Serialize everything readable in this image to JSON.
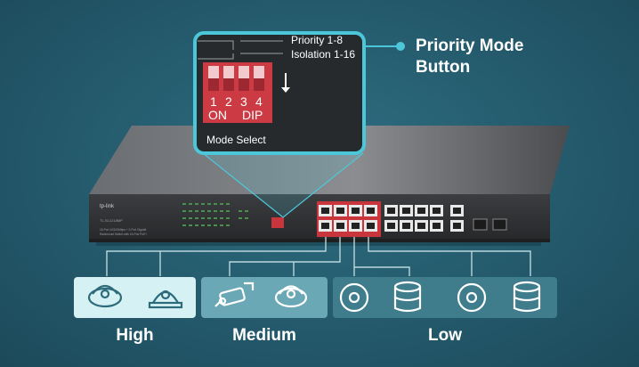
{
  "callout": {
    "line1": "Priority Mode",
    "line2": "Button"
  },
  "dip_switch": {
    "labels": [
      "Priority 1-8",
      "Isolation 1-16"
    ],
    "numbers": [
      "1",
      "2",
      "3",
      "4"
    ],
    "on_label": "ON",
    "dip_label": "DIP",
    "mode_select": "Mode Select"
  },
  "groups": {
    "high": "High",
    "medium": "Medium",
    "low": "Low"
  },
  "icons": [
    "dome-camera-icon",
    "ceiling-camera-icon",
    "bullet-camera-icon",
    "dome-camera-icon",
    "access-point-icon",
    "storage-icon",
    "access-point-icon",
    "storage-icon"
  ],
  "colors": {
    "accent": "#4cc7da",
    "high_box": "#d6f1f4",
    "low_box": "#3f7d8d",
    "port_red": "#c8353d"
  }
}
